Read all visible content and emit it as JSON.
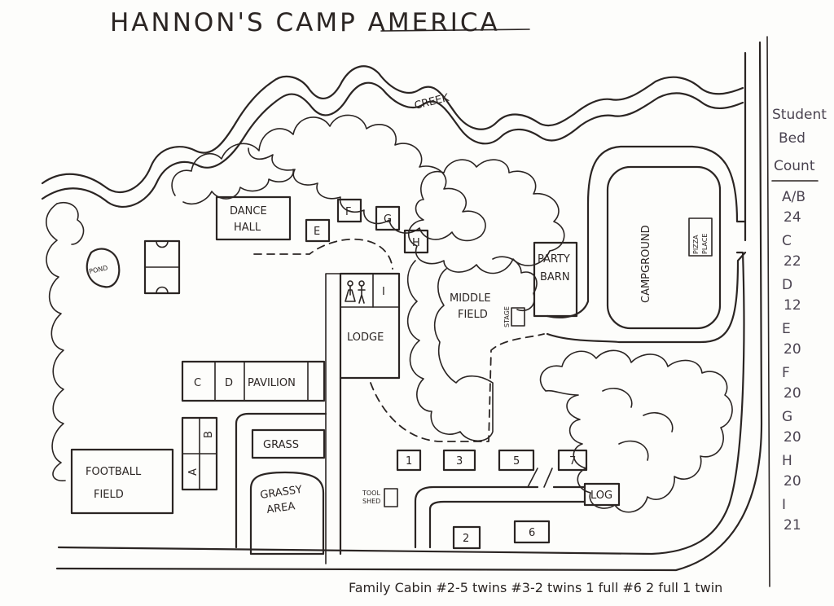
{
  "title": "HANNON'S CAMP AMERICA",
  "labels": {
    "creek": "CREEK",
    "pond": "POND",
    "dance_hall_1": "DANCE",
    "dance_hall_2": "HALL",
    "lodge": "LODGE",
    "middle_field_1": "MIDDLE",
    "middle_field_2": "FIELD",
    "stage": "STAGE",
    "party_barn_1": "PARTY",
    "party_barn_2": "BARN",
    "campground": "CAMPGROUND",
    "pizza_place_1": "PIZZA",
    "pizza_place_2": "PLACE",
    "pavilion": "PAVILION",
    "grass": "GRASS",
    "grassy_area_1": "GRASSY",
    "grassy_area_2": "AREA",
    "football_field_1": "FOOTBALL",
    "football_field_2": "FIELD",
    "tool_shed_1": "TOOL",
    "tool_shed_2": "SHED",
    "log": "LOG"
  },
  "cabins": {
    "A": "A",
    "B": "B",
    "C": "C",
    "D": "D",
    "E": "E",
    "F": "F",
    "G": "G",
    "H": "H",
    "I": "I",
    "c1": "1",
    "c2": "2",
    "c3": "3",
    "c5": "5",
    "c6": "6",
    "c7": "7"
  },
  "bed_count": {
    "heading_1": "Student",
    "heading_2": "Bed",
    "heading_3": "Count",
    "rows": [
      {
        "cabin": "A/B",
        "count": "24"
      },
      {
        "cabin": "C",
        "count": "22"
      },
      {
        "cabin": "D",
        "count": "12"
      },
      {
        "cabin": "E",
        "count": "20"
      },
      {
        "cabin": "F",
        "count": "20"
      },
      {
        "cabin": "G",
        "count": "20"
      },
      {
        "cabin": "H",
        "count": "20"
      },
      {
        "cabin": "I",
        "count": "21"
      }
    ]
  },
  "footer": "Family Cabin #2-5 twins #3-2 twins 1 full #6 2 full 1 twin"
}
